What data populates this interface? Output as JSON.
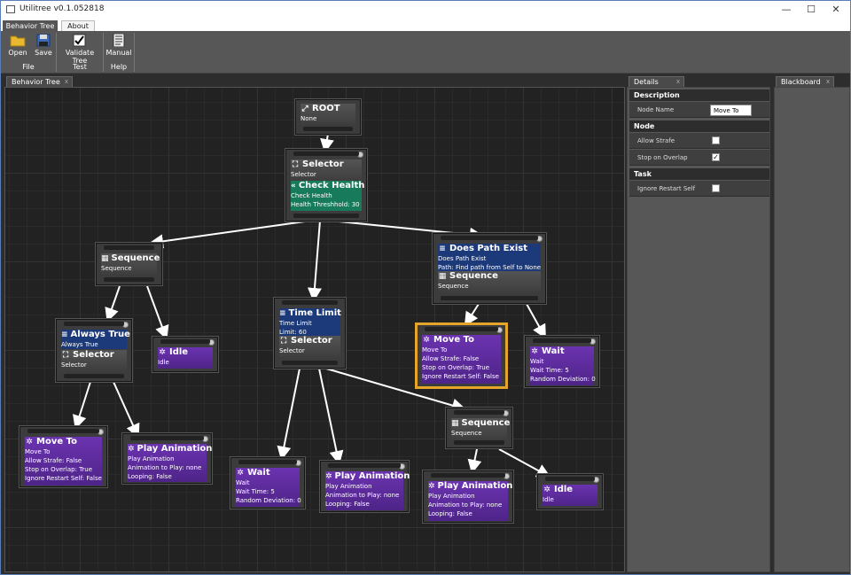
{
  "window": {
    "title": "Utilitree v0.1.052818",
    "minimize": "—",
    "maximize": "☐",
    "close": "✕"
  },
  "ribbon": {
    "tabs": [
      "Behavior Tree",
      "About"
    ],
    "buttons": {
      "open": "Open",
      "save": "Save",
      "validate": "Validate Tree",
      "manual": "Manual"
    },
    "groups": {
      "file": "File",
      "test": "Test",
      "help": "Help"
    }
  },
  "panes": {
    "behavior_tree": "Behavior Tree",
    "details": "Details",
    "blackboard": "Blackboard",
    "close": "x"
  },
  "details": {
    "description_header": "Description",
    "node_name_label": "Node Name",
    "node_name_value": "Move To",
    "node_header": "Node",
    "allow_strafe_label": "Allow Strafe",
    "allow_strafe_checked": false,
    "stop_on_overlap_label": "Stop on Overlap",
    "stop_on_overlap_checked": true,
    "task_header": "Task",
    "ignore_restart_label": "Ignore Restart Self",
    "ignore_restart_checked": false,
    "check_mark": "✓"
  },
  "tree": {
    "root": {
      "title": "ROOT",
      "sub": "None"
    },
    "sel1": {
      "title": "Selector",
      "sub": "Selector",
      "dec_title": "Check Health",
      "dec_sub": "Check Health",
      "dec_param": "Health Threshhold: 30"
    },
    "seqL": {
      "title": "Sequence",
      "sub": "Sequence"
    },
    "tl": {
      "dec_title": "Time Limit",
      "dec_sub": "Time Limit",
      "dec_param": "Limit: 60",
      "title": "Selector",
      "sub": "Selector"
    },
    "dpe": {
      "dec_title": "Does Path Exist",
      "dec_sub": "Does Path Exist",
      "dec_param": "Path: Find path from Self to None",
      "title": "Sequence",
      "sub": "Sequence"
    },
    "at": {
      "dec_title": "Always True",
      "dec_sub": "Always True",
      "title": "Selector",
      "sub": "Selector"
    },
    "idle1": {
      "title": "Idle",
      "sub": "Idle"
    },
    "moveto_sel": {
      "title": "Move To",
      "sub": "Move To",
      "p1": "Allow Strafe: False",
      "p2": "Stop on Overlap: True",
      "p3": "Ignore Restart Self: False"
    },
    "wait1": {
      "title": "Wait",
      "sub": "Wait",
      "p1": "Wait Time: 5",
      "p2": "Random Deviation: 0"
    },
    "moveto2": {
      "title": "Move To",
      "sub": "Move To",
      "p1": "Allow Strafe: False",
      "p2": "Stop on Overlap: True",
      "p3": "Ignore Restart Self: False"
    },
    "pa1": {
      "title": "Play Animation",
      "sub": "Play Animation",
      "p1": "Animation to Play: none",
      "p2": "Looping: False"
    },
    "wait2": {
      "title": "Wait",
      "sub": "Wait",
      "p1": "Wait Time: 5",
      "p2": "Random Deviation: 0"
    },
    "pa2": {
      "title": "Play Animation",
      "sub": "Play Animation",
      "p1": "Animation to Play: none",
      "p2": "Looping: False"
    },
    "seq3": {
      "title": "Sequence",
      "sub": "Sequence"
    },
    "pa3": {
      "title": "Play Animation",
      "sub": "Play Animation",
      "p1": "Animation to Play: none",
      "p2": "Looping: False"
    },
    "idle2": {
      "title": "Idle",
      "sub": "Idle"
    }
  },
  "colors": {
    "composite": "#3f3f3f",
    "decorator": "#1c3a7a",
    "check_decorator": "#177a5a",
    "action": "#5a2a96",
    "selected_outline": "#e5a52a"
  },
  "icons": {
    "root": "root-icon",
    "selector": "selector-icon",
    "sequence": "sequence-icon",
    "decorator": "decorator-icon",
    "check": "check-health-icon",
    "action": "action-icon"
  }
}
